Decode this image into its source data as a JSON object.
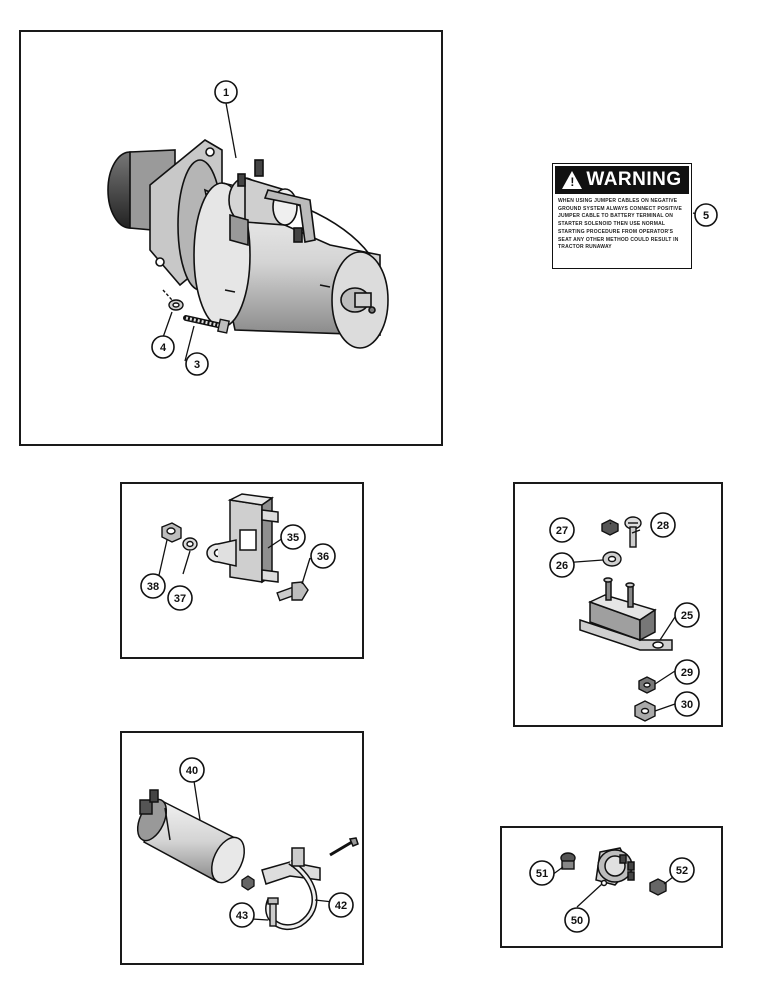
{
  "warning_label": {
    "title": "WARNING",
    "body": "WHEN USING JUMPER CABLES ON NEGATIVE GROUND SYSTEM ALWAYS CONNECT POSITIVE JUMPER CABLE TO BATTERY TERMINAL ON STARTER SOLENOID THEN USE NORMAL STARTING PROCEDURE FROM OPERATOR'S SEAT ANY OTHER METHOD COULD RESULT IN TRACTOR RUNAWAY"
  },
  "callouts": {
    "c1": "1",
    "c3": "3",
    "c4": "4",
    "c5": "5",
    "c25": "25",
    "c26": "26",
    "c27": "27",
    "c28": "28",
    "c29": "29",
    "c30": "30",
    "c35": "35",
    "c36": "36",
    "c37": "37",
    "c38": "38",
    "c40": "40",
    "c42": "42",
    "c43": "43",
    "c50": "50",
    "c51": "51",
    "c52": "52"
  }
}
